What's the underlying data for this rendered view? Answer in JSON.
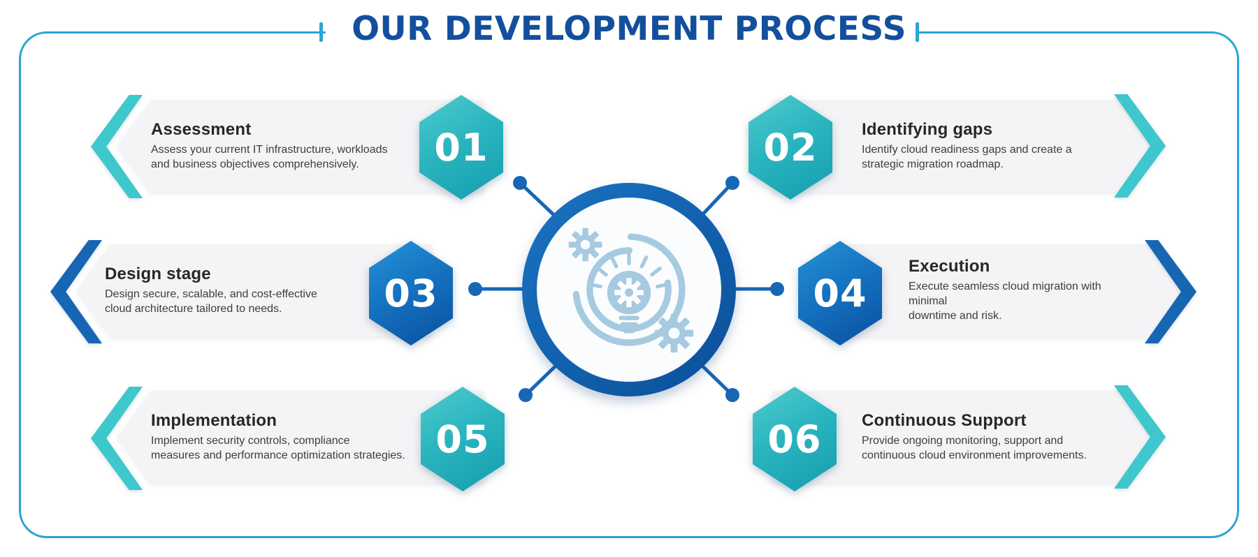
{
  "title": "OUR DEVELOPMENT PROCESS",
  "steps": [
    {
      "number": "01",
      "title": "Assessment",
      "description": "Assess your current IT infrastructure, workloads\nand business objectives comprehensively.",
      "color": "teal",
      "side": "left"
    },
    {
      "number": "02",
      "title": "Identifying gaps",
      "description": "Identify cloud readiness gaps and create a\nstrategic migration roadmap.",
      "color": "teal",
      "side": "right"
    },
    {
      "number": "03",
      "title": "Design stage",
      "description": "Design secure, scalable, and cost-effective\ncloud architecture tailored to needs.",
      "color": "blue",
      "side": "left"
    },
    {
      "number": "04",
      "title": "Execution",
      "description": "Execute seamless cloud migration with minimal\ndowntime and risk.",
      "color": "blue",
      "side": "right"
    },
    {
      "number": "05",
      "title": "Implementation",
      "description": "Implement security controls, compliance\nmeasures and performance optimization strategies.",
      "color": "teal",
      "side": "left"
    },
    {
      "number": "06",
      "title": "Continuous Support",
      "description": "Provide ongoing monitoring, support and\ncontinuous cloud environment improvements.",
      "color": "teal",
      "side": "right"
    }
  ],
  "center": {
    "icon": "idea-lightbulb-gears-icon"
  },
  "colors": {
    "title_text": "#134F9D",
    "frame_border": "#2BA4D4",
    "chevron_teal": "#3EC7CD",
    "chevron_blue": "#1666B4",
    "hex_teal_gradient": [
      "#4FCBCE",
      "#149DAF"
    ],
    "hex_blue_gradient": [
      "#2492D8",
      "#0A4FA0"
    ],
    "banner_background": "#F4F4F6",
    "connector_blue": "#1867B4",
    "hub_ring_blue": "#0F5BA8",
    "icon_light_blue": "#A6CADF",
    "heading_text": "#272727",
    "body_text": "#3D3D3D"
  }
}
